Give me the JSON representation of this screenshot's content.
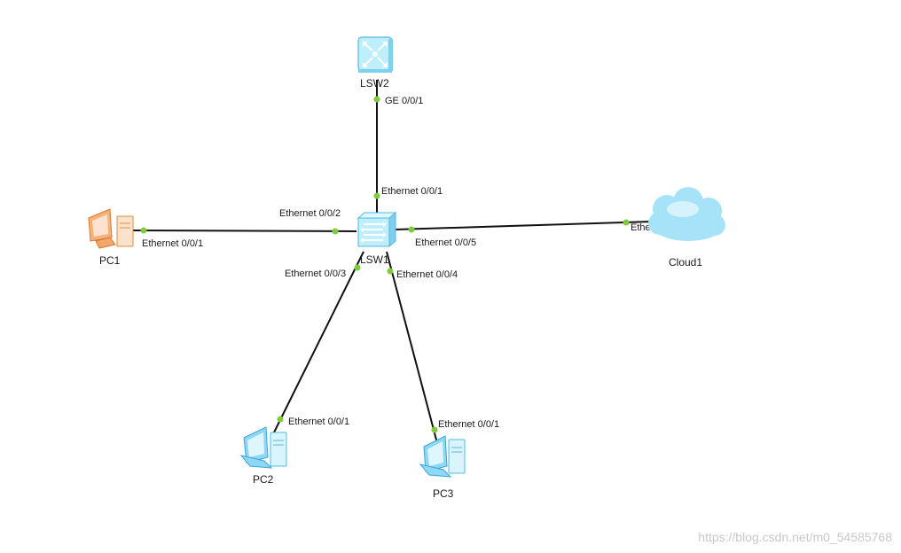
{
  "devices": {
    "lsw2": {
      "name": "LSW2",
      "icon": "layer3-switch-icon"
    },
    "lsw1": {
      "name": "LSW1",
      "icon": "switch-icon"
    },
    "pc1": {
      "name": "PC1",
      "icon": "pc-icon"
    },
    "pc2": {
      "name": "PC2",
      "icon": "pc-icon"
    },
    "pc3": {
      "name": "PC3",
      "icon": "pc-icon"
    },
    "cloud1": {
      "name": "Cloud1",
      "icon": "cloud-icon"
    }
  },
  "links": {
    "lsw1_lsw2": {
      "lsw2_port": "GE 0/0/1",
      "lsw1_port": "Ethernet 0/0/1"
    },
    "lsw1_pc1": {
      "lsw1_port": "Ethernet 0/0/2",
      "pc1_port": "Ethernet 0/0/1"
    },
    "lsw1_cloud1": {
      "lsw1_port": "Ethernet 0/0/5",
      "cloud1_port": "Ethernet 0/0/1"
    },
    "lsw1_pc2": {
      "lsw1_port": "Ethernet 0/0/3",
      "pc2_port": "Ethernet 0/0/1"
    },
    "lsw1_pc3": {
      "lsw1_port": "Ethernet 0/0/4",
      "pc3_port": "Ethernet 0/0/1"
    }
  },
  "colors": {
    "port_indicator": "#7ecb3c",
    "link": "#111111",
    "pc1_accent": "#f2a86a",
    "device_accent": "#8fd8f5"
  },
  "watermark": "https://blog.csdn.net/m0_54585768"
}
